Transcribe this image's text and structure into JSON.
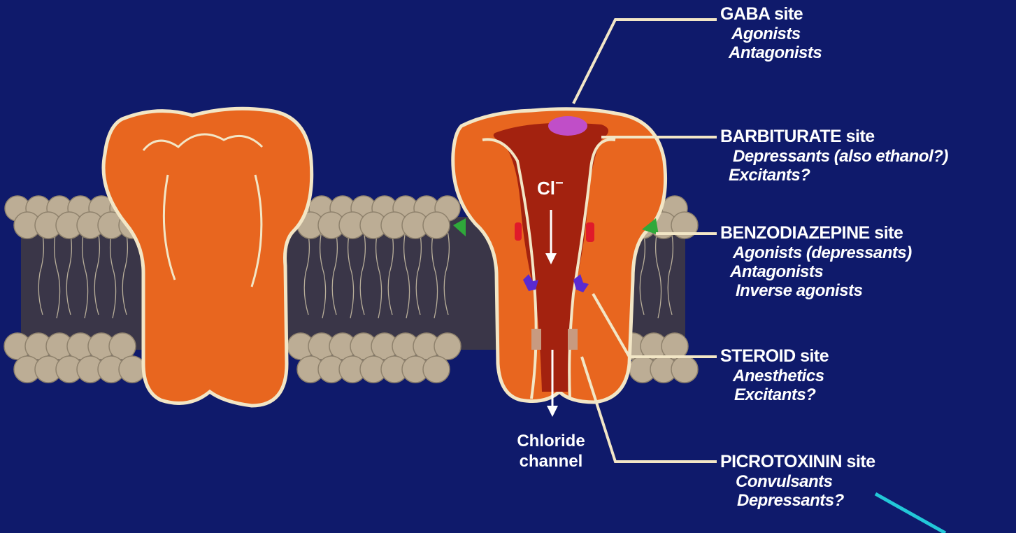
{
  "ion_label": "Cl",
  "ion_charge": "−",
  "channel_label": [
    "Chloride",
    "channel"
  ],
  "sites": [
    {
      "title": "GABA site",
      "items": [
        "Agonists",
        "Antagonists"
      ]
    },
    {
      "title": "BARBITURATE site",
      "items": [
        "Depressants (also ethanol?)",
        "Excitants?"
      ]
    },
    {
      "title": "BENZODIAZEPINE site",
      "items": [
        "Agonists (depressants)",
        "Antagonists",
        "Inverse agonists"
      ]
    },
    {
      "title": "STEROID site",
      "items": [
        "Anesthetics",
        "Excitants?"
      ]
    },
    {
      "title": "PICROTOXININ site",
      "items": [
        "Convulsants",
        "Depressants?"
      ]
    }
  ],
  "colors": {
    "background": "#0f1a6b",
    "protein": "#e8661f",
    "channel_interior": "#a3220f",
    "lipid_head": "#bcad95",
    "bilayer_core": "#3a3648",
    "outline": "#f2e6c6",
    "gaba_site": "#c04ec8",
    "benzodiazepine_site": "#2fa83a",
    "barbiturate_site": "#e01a2a",
    "steroid_site": "#5a2ad0",
    "pointer_line": "#22c8d8"
  }
}
